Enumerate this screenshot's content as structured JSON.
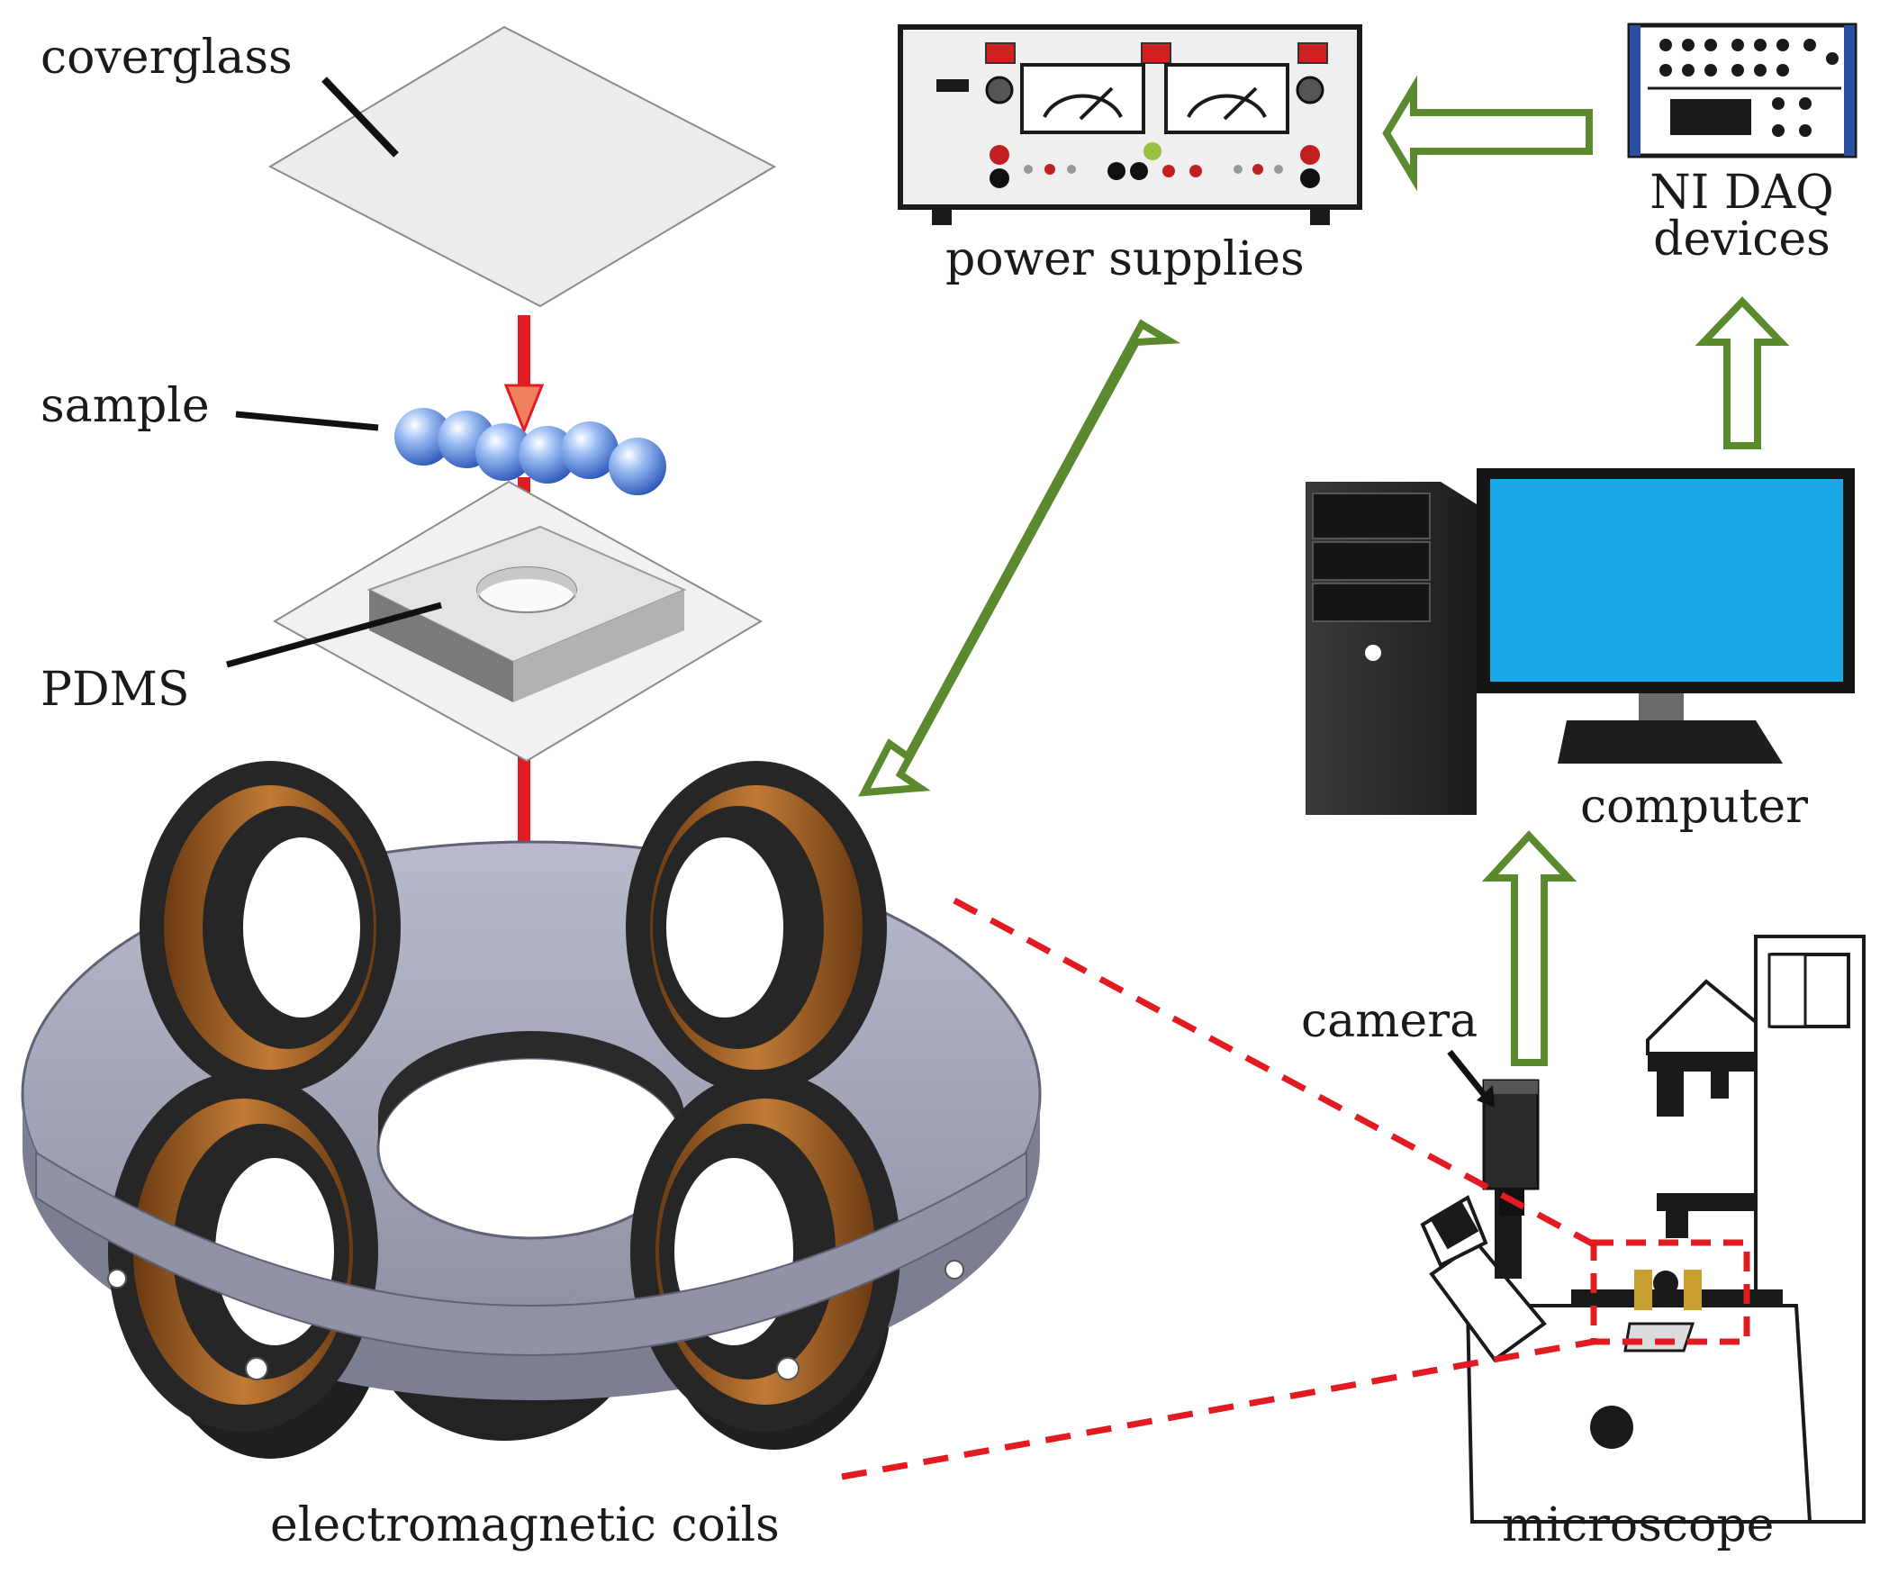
{
  "labels": {
    "coverglass": "coverglass",
    "sample": "sample",
    "pdms": "PDMS",
    "coils": "electromagnetic coils",
    "power_supplies": "power supplies",
    "daq": "NI DAQ devices",
    "computer": "computer",
    "camera": "camera",
    "microscope": "microscope"
  },
  "colors": {
    "beam": "#e21b22",
    "flow_arrow": "#5b8a2e",
    "frame": "#a4a8b8",
    "coil": "#9a5a22",
    "coil_housing": "#2a2a2a",
    "monitor": "#19a8e8",
    "bead": "#5a8fe0",
    "zoom_box": "#e21b22"
  }
}
